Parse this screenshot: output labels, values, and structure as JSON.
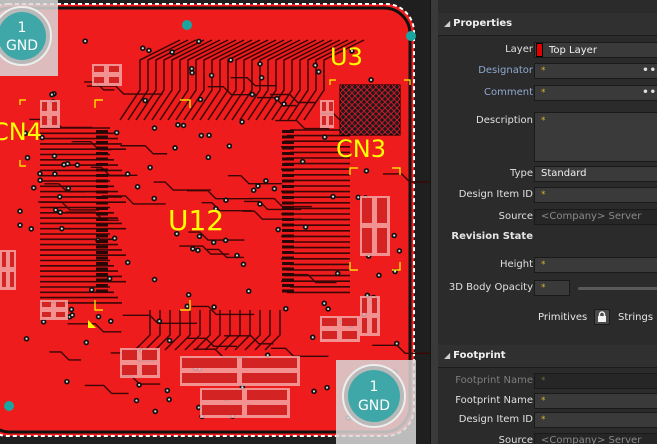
{
  "pcb": {
    "board_color": "#ee1c1c",
    "silk_color": "#ffff00",
    "labels": {
      "u3": "U3",
      "cn4": "CN4",
      "cn3": "CN3",
      "u12": "U12"
    },
    "mount_hole_top": {
      "number": "1",
      "net": "GND"
    },
    "mount_hole_bottom": {
      "number": "1",
      "net": "GND"
    }
  },
  "properties": {
    "title": "Properties",
    "layer": {
      "label": "Layer",
      "value": "Top Layer",
      "color": "#e00000"
    },
    "designator": {
      "label": "Designator",
      "value": "*"
    },
    "comment": {
      "label": "Comment",
      "value": "*"
    },
    "description": {
      "label": "Description",
      "value": "*"
    },
    "type": {
      "label": "Type",
      "value": "Standard"
    },
    "design_item_id": {
      "label": "Design Item ID",
      "value": "*"
    },
    "source": {
      "label": "Source",
      "placeholder": "<Company> Server"
    },
    "revision_state": {
      "label": "Revision State"
    },
    "height": {
      "label": "Height",
      "value": "*"
    },
    "body_opacity": {
      "label": "3D Body Opacity",
      "value": "*"
    },
    "primitives_label": "Primitives",
    "strings_label": "Strings"
  },
  "footprint": {
    "title": "Footprint",
    "footprint_name_dim": {
      "label": "Footprint Name",
      "value": "*"
    },
    "footprint_name": {
      "label": "Footprint Name",
      "value": "*"
    },
    "design_item_id": {
      "label": "Design Item ID",
      "value": "*"
    },
    "source": {
      "label": "Source",
      "placeholder": "<Company> Server"
    }
  }
}
